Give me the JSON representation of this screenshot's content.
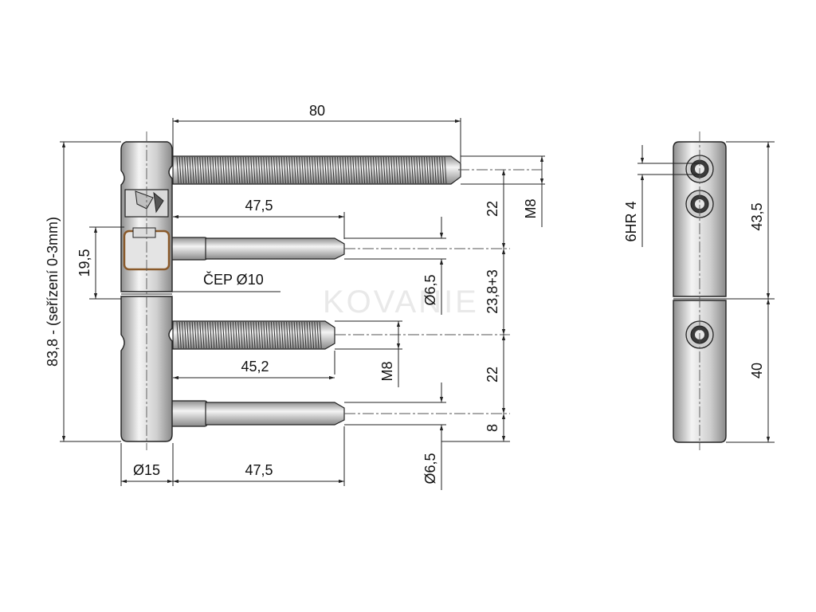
{
  "watermark": "KOVANIE",
  "colors": {
    "line": "#222222",
    "metal_light": "#f2f2f2",
    "metal_dark": "#9a9a9a",
    "accent": "#8a5a2b"
  },
  "side_view": {
    "top_length": "80",
    "pin1_length": "47,5",
    "axle_label": "ČEP Ø10",
    "screw2_length": "45,2",
    "pin2_length": "47,5",
    "body_diameter": "Ø15",
    "adjust_height": "19,5",
    "overall_height": "83,8 - (seřízení 0-3mm)",
    "thread_top": "M8",
    "thread_mid": "M8",
    "pin1_diameter": "Ø6,5",
    "pin2_diameter": "Ø6,5",
    "spacing_top": "22",
    "spacing_mid": "23,8+3",
    "spacing_low": "22",
    "spacing_bottom": "8"
  },
  "front_view": {
    "hex_key": "6HR 4",
    "upper_height": "43,5",
    "lower_height": "40"
  }
}
